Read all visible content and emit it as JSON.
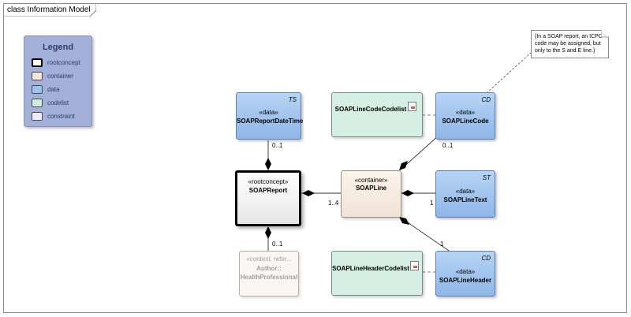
{
  "frame": {
    "title": "class Information Model"
  },
  "legend": {
    "title": "Legend",
    "items": [
      {
        "label": "rootconcept",
        "color": "#ffffff"
      },
      {
        "label": "container",
        "color": "#f7e6da"
      },
      {
        "label": "data",
        "color": "#9cc3ef"
      },
      {
        "label": "codelist",
        "color": "#cdeedd"
      },
      {
        "label": "constraint",
        "color": "#eceff7"
      }
    ]
  },
  "nodes": {
    "report_datetime": {
      "stereotype": "«data»",
      "name": "SOAPReportDateTime",
      "tag": "TS"
    },
    "report": {
      "stereotype": "«rootconcept»",
      "name": "SOAPReport"
    },
    "author": {
      "stereotype": "«context, refer...",
      "name_line1": "Author::",
      "name_line2": "HealthProfessional"
    },
    "line": {
      "stereotype": "«container»",
      "name": "SOAPLine"
    },
    "line_code_codelist": {
      "name": "SOAPLineCodeCodelist"
    },
    "line_code": {
      "stereotype": "«data»",
      "name": "SOAPLineCode",
      "tag": "CD"
    },
    "line_text": {
      "stereotype": "«data»",
      "name": "SOAPLineText",
      "tag": "ST"
    },
    "line_header_codelist": {
      "name": "SOAPLineHeaderCodelist"
    },
    "line_header": {
      "stereotype": "«data»",
      "name": "SOAPLineHeader",
      "tag": "CD"
    }
  },
  "note": {
    "line1": "{In a SOAP report, an ICPC",
    "line2": "code may be assigned, but",
    "line3": "only to the S and E line.}"
  },
  "multiplicities": {
    "datetime": "0..1",
    "author": "0..1",
    "line": "1..4",
    "line_code": "0..1",
    "line_text": "1",
    "line_header": "1"
  }
}
